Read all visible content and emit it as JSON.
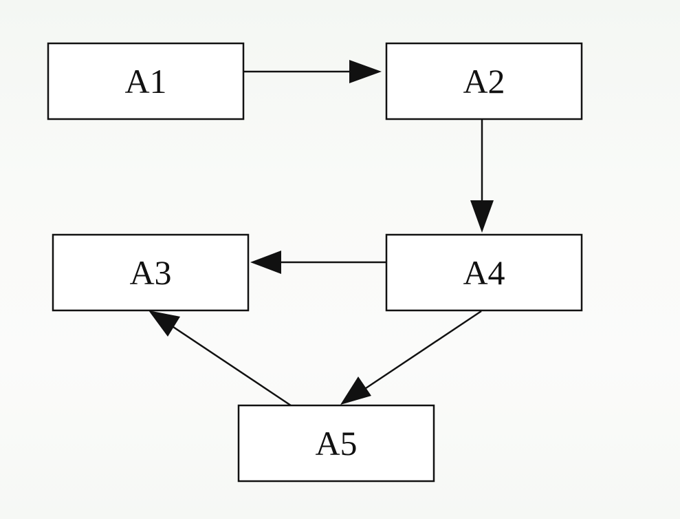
{
  "diagram": {
    "nodes": [
      {
        "id": "A1",
        "label": "A1"
      },
      {
        "id": "A2",
        "label": "A2"
      },
      {
        "id": "A3",
        "label": "A3"
      },
      {
        "id": "A4",
        "label": "A4"
      },
      {
        "id": "A5",
        "label": "A5"
      }
    ],
    "edges": [
      {
        "from": "A1",
        "to": "A2"
      },
      {
        "from": "A2",
        "to": "A4"
      },
      {
        "from": "A4",
        "to": "A3"
      },
      {
        "from": "A4",
        "to": "A5"
      },
      {
        "from": "A5",
        "to": "A3"
      }
    ],
    "colors": {
      "stroke": "#111111",
      "box_fill": "#ffffff",
      "background": "#f7f9f6"
    }
  }
}
